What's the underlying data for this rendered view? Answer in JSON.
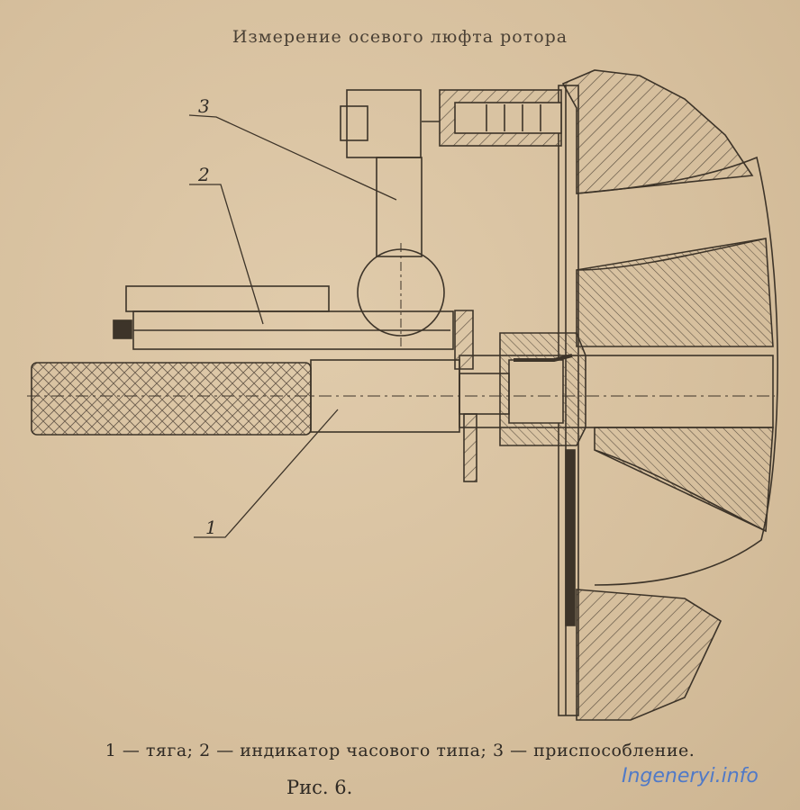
{
  "title": "Измерение осевого люфта ротора",
  "caption": "1 — тяга; 2 — индикатор часового типа; 3 — приспособление.",
  "figure": "Рис. 6.",
  "watermark": "Ingeneryi.info",
  "callouts": {
    "c1": "1",
    "c2": "2",
    "c3": "3"
  },
  "colors": {
    "ink": "#3a3228",
    "paper": "#d9c3a2",
    "watermark": "#3a6fd0"
  }
}
